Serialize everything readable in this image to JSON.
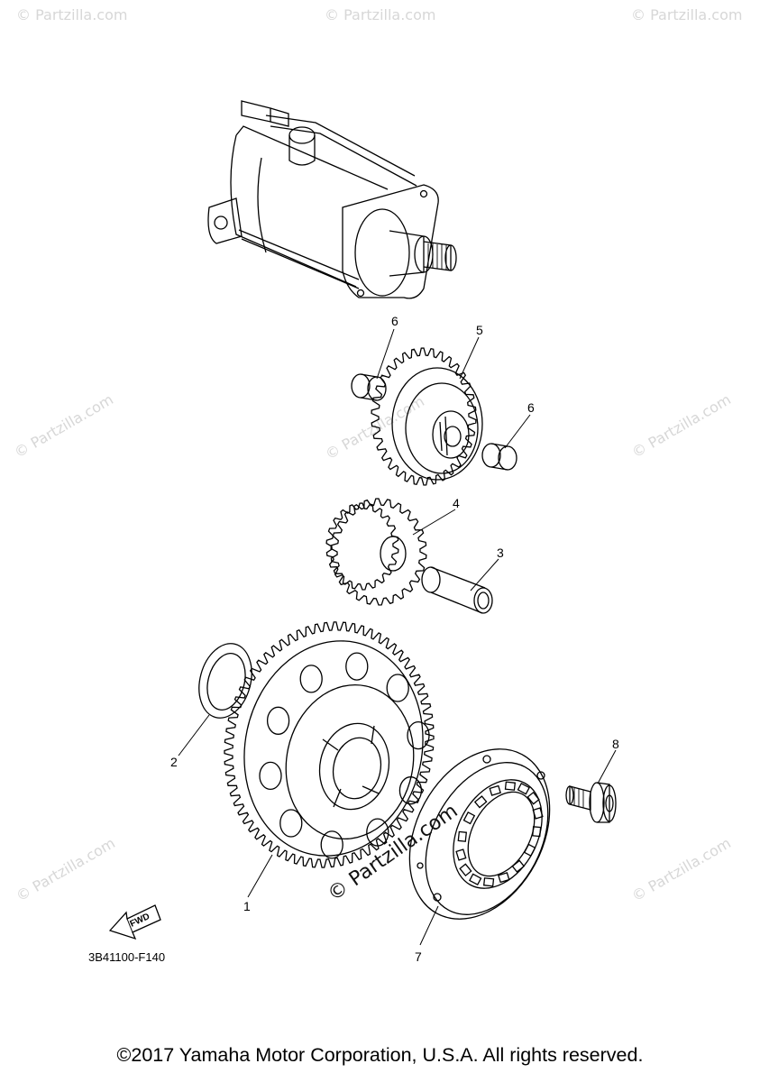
{
  "watermark_text": "© Partzilla.com",
  "callouts": [
    "1",
    "2",
    "3",
    "4",
    "5",
    "6",
    "6",
    "7",
    "8"
  ],
  "fwd_label": "FWD",
  "diagram_code": "3B41100-F140",
  "copyright": "©2017 Yamaha Motor Corporation, U.S.A. All rights reserved."
}
